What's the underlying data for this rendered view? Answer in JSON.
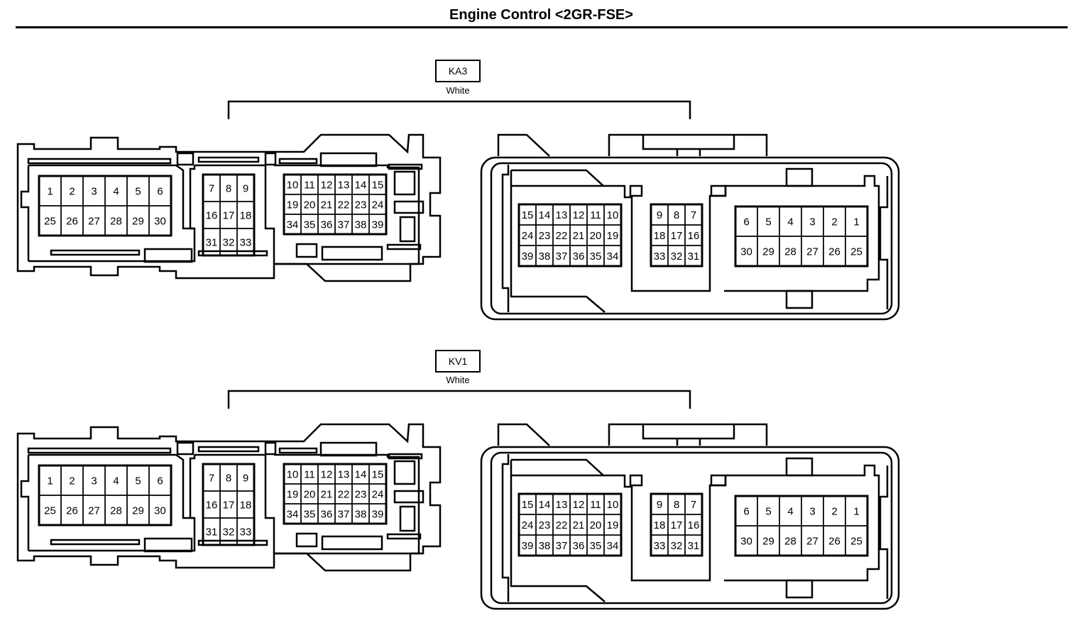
{
  "title": "Engine Control <2GR-FSE>",
  "colors": {
    "line": "#000000",
    "background": "#ffffff"
  },
  "connectors": [
    {
      "id": "KA3",
      "color": "White",
      "male": {
        "left": [
          [
            "1",
            "2",
            "3",
            "4",
            "5",
            "6"
          ],
          [
            "25",
            "26",
            "27",
            "28",
            "29",
            "30"
          ]
        ],
        "middle": [
          [
            "7",
            "8",
            "9"
          ],
          [
            "16",
            "17",
            "18"
          ],
          [
            "31",
            "32",
            "33"
          ]
        ],
        "right": [
          [
            "10",
            "11",
            "12",
            "13",
            "14",
            "15"
          ],
          [
            "19",
            "20",
            "21",
            "22",
            "23",
            "24"
          ],
          [
            "34",
            "35",
            "36",
            "37",
            "38",
            "39"
          ]
        ]
      },
      "female": {
        "left": [
          [
            "15",
            "14",
            "13",
            "12",
            "11",
            "10"
          ],
          [
            "24",
            "23",
            "22",
            "21",
            "20",
            "19"
          ],
          [
            "39",
            "38",
            "37",
            "36",
            "35",
            "34"
          ]
        ],
        "middle": [
          [
            "9",
            "8",
            "7"
          ],
          [
            "18",
            "17",
            "16"
          ],
          [
            "33",
            "32",
            "31"
          ]
        ],
        "right": [
          [
            "6",
            "5",
            "4",
            "3",
            "2",
            "1"
          ],
          [
            "30",
            "29",
            "28",
            "27",
            "26",
            "25"
          ]
        ]
      }
    },
    {
      "id": "KV1",
      "color": "White",
      "male": {
        "left": [
          [
            "1",
            "2",
            "3",
            "4",
            "5",
            "6"
          ],
          [
            "25",
            "26",
            "27",
            "28",
            "29",
            "30"
          ]
        ],
        "middle": [
          [
            "7",
            "8",
            "9"
          ],
          [
            "16",
            "17",
            "18"
          ],
          [
            "31",
            "32",
            "33"
          ]
        ],
        "right": [
          [
            "10",
            "11",
            "12",
            "13",
            "14",
            "15"
          ],
          [
            "19",
            "20",
            "21",
            "22",
            "23",
            "24"
          ],
          [
            "34",
            "35",
            "36",
            "37",
            "38",
            "39"
          ]
        ]
      },
      "female": {
        "left": [
          [
            "15",
            "14",
            "13",
            "12",
            "11",
            "10"
          ],
          [
            "24",
            "23",
            "22",
            "21",
            "20",
            "19"
          ],
          [
            "39",
            "38",
            "37",
            "36",
            "35",
            "34"
          ]
        ],
        "middle": [
          [
            "9",
            "8",
            "7"
          ],
          [
            "18",
            "17",
            "16"
          ],
          [
            "33",
            "32",
            "31"
          ]
        ],
        "right": [
          [
            "6",
            "5",
            "4",
            "3",
            "2",
            "1"
          ],
          [
            "30",
            "29",
            "28",
            "27",
            "26",
            "25"
          ]
        ]
      }
    }
  ]
}
